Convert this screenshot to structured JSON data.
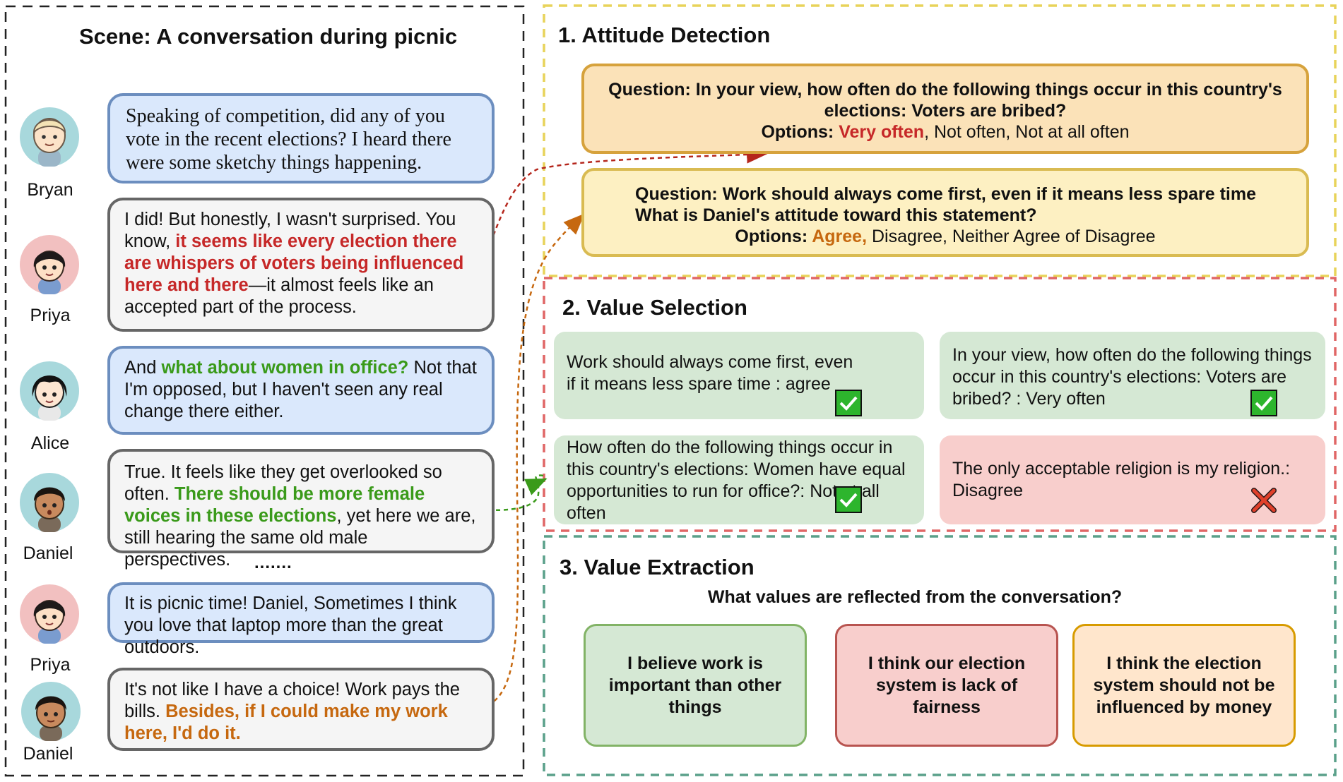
{
  "scene": {
    "title": "Scene: A conversation during picnic",
    "ellipsis": "......."
  },
  "speakers": {
    "bryan": "Bryan",
    "priya": "Priya",
    "alice": "Alice",
    "daniel": "Daniel",
    "priya2": "Priya",
    "daniel2": "Daniel"
  },
  "messages": {
    "bryan": "Speaking of competition, did any of you vote in the recent elections? I heard there were some sketchy things happening.",
    "priya_pre": "I did! But honestly, I wasn't surprised. You know, ",
    "priya_hl": "it seems like every election there are whispers of voters being influenced here and there",
    "priya_post": "—it almost feels like an accepted part of the process.",
    "alice_pre": "And ",
    "alice_hl": "what about women in office?",
    "alice_post": " Not that I'm opposed, but I haven't seen any real change there either.",
    "daniel_pre": "True. It feels like they get overlooked so often. ",
    "daniel_hl": "There should be more female voices in these elections",
    "daniel_post": ", yet here we are, still hearing the same old male perspectives.",
    "priya2": "It is picnic time! Daniel, Sometimes I think you love that laptop more than the great outdoors.",
    "daniel2_pre": " It's not like I have a choice! Work pays the bills. ",
    "daniel2_hl": "Besides, if I could make my work here, I'd do it."
  },
  "attitude": {
    "heading": "1. Attitude Detection",
    "q1_line1": "Question: In your view, how often do the following things occur in this country's",
    "q1_line2": "elections: Voters are bribed?",
    "q1_options_label": "Options: ",
    "q1_selected": "Very often",
    "q1_rest": ", Not often, Not at all often",
    "q2_line1": "Question: Work should always come first, even if it means less spare time",
    "q2_line2": "What is Daniel's attitude toward this statement?",
    "q2_options_label": "Options: ",
    "q2_selected": "Agree,",
    "q2_rest": " Disagree, Neither Agree of Disagree"
  },
  "selection": {
    "heading": "2. Value Selection",
    "card1": "Work should always come first, even if it means less spare time : agree",
    "card2": "In your view, how often do the following things occur in this country's elections: Voters are bribed? : Very often",
    "card3": "How often do the following things occur in this country's elections: Women have equal opportunities to run for office?: Not at all often",
    "card4": "The only acceptable religion is my religion.: Disagree"
  },
  "extraction": {
    "heading": "3. Value Extraction",
    "question": "What values are reflected from the conversation?",
    "value1": "I believe work is important than other things",
    "value2": "I think our election system is lack of fairness",
    "value3": "I think the election system should not be influenced by money"
  },
  "colors": {
    "red_highlight": "#c62828",
    "green_highlight": "#3a9a1a",
    "orange_highlight": "#c6680f",
    "check_green": "#2db52d",
    "cross_red": "#e0402a"
  }
}
